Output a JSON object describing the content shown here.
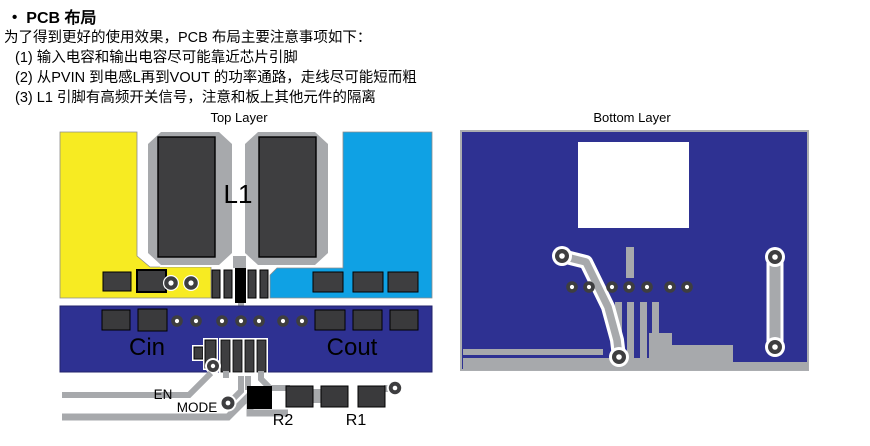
{
  "doc": {
    "bullet": "•",
    "heading": "PCB 布局",
    "intro": "为了得到更好的使用效果，PCB 布局主要注意事项如下：",
    "notes": [
      "(1) 输入电容和输出电容尽可能靠近芯片引脚",
      "(2) 从PVIN 到电感L再到VOUT 的功率通路，走线尽可能短而粗",
      "(3) L1 引脚有高频开关信号，注意和板上其他元件的隔离"
    ]
  },
  "figures": {
    "top_layer": {
      "title": "Top Layer",
      "labels": {
        "inductor": "L1",
        "input_cap": "Cin",
        "output_cap": "Cout",
        "enable": "EN",
        "mode": "MODE",
        "r2": "R2",
        "r1": "R1"
      }
    },
    "bottom_layer": {
      "title": "Bottom Layer"
    }
  },
  "colors": {
    "copper_yellow": "#F7EB22",
    "copper_cyan": "#0FA1E4",
    "plane_navy": "#2E3192",
    "trace_gray": "#A7A9AC",
    "component_dark": "#3E3E40"
  }
}
